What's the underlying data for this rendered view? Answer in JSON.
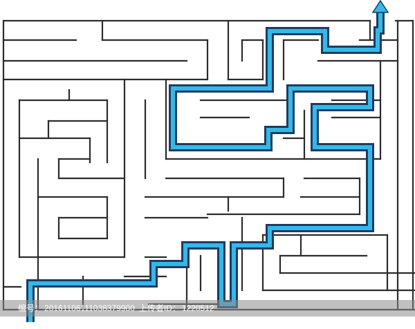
{
  "colors": {
    "wall": "#2b2b2b",
    "path_outline": "#1d3b63",
    "path_fill": "#35b8e8",
    "background": "#ffffff"
  },
  "caption": {
    "label": "编号：",
    "id": "20161106111038379900",
    "uploader_label": "上传者ID：",
    "uploader_id": "1220512"
  },
  "icons": {
    "exit_arrow": "arrow-up-icon"
  }
}
